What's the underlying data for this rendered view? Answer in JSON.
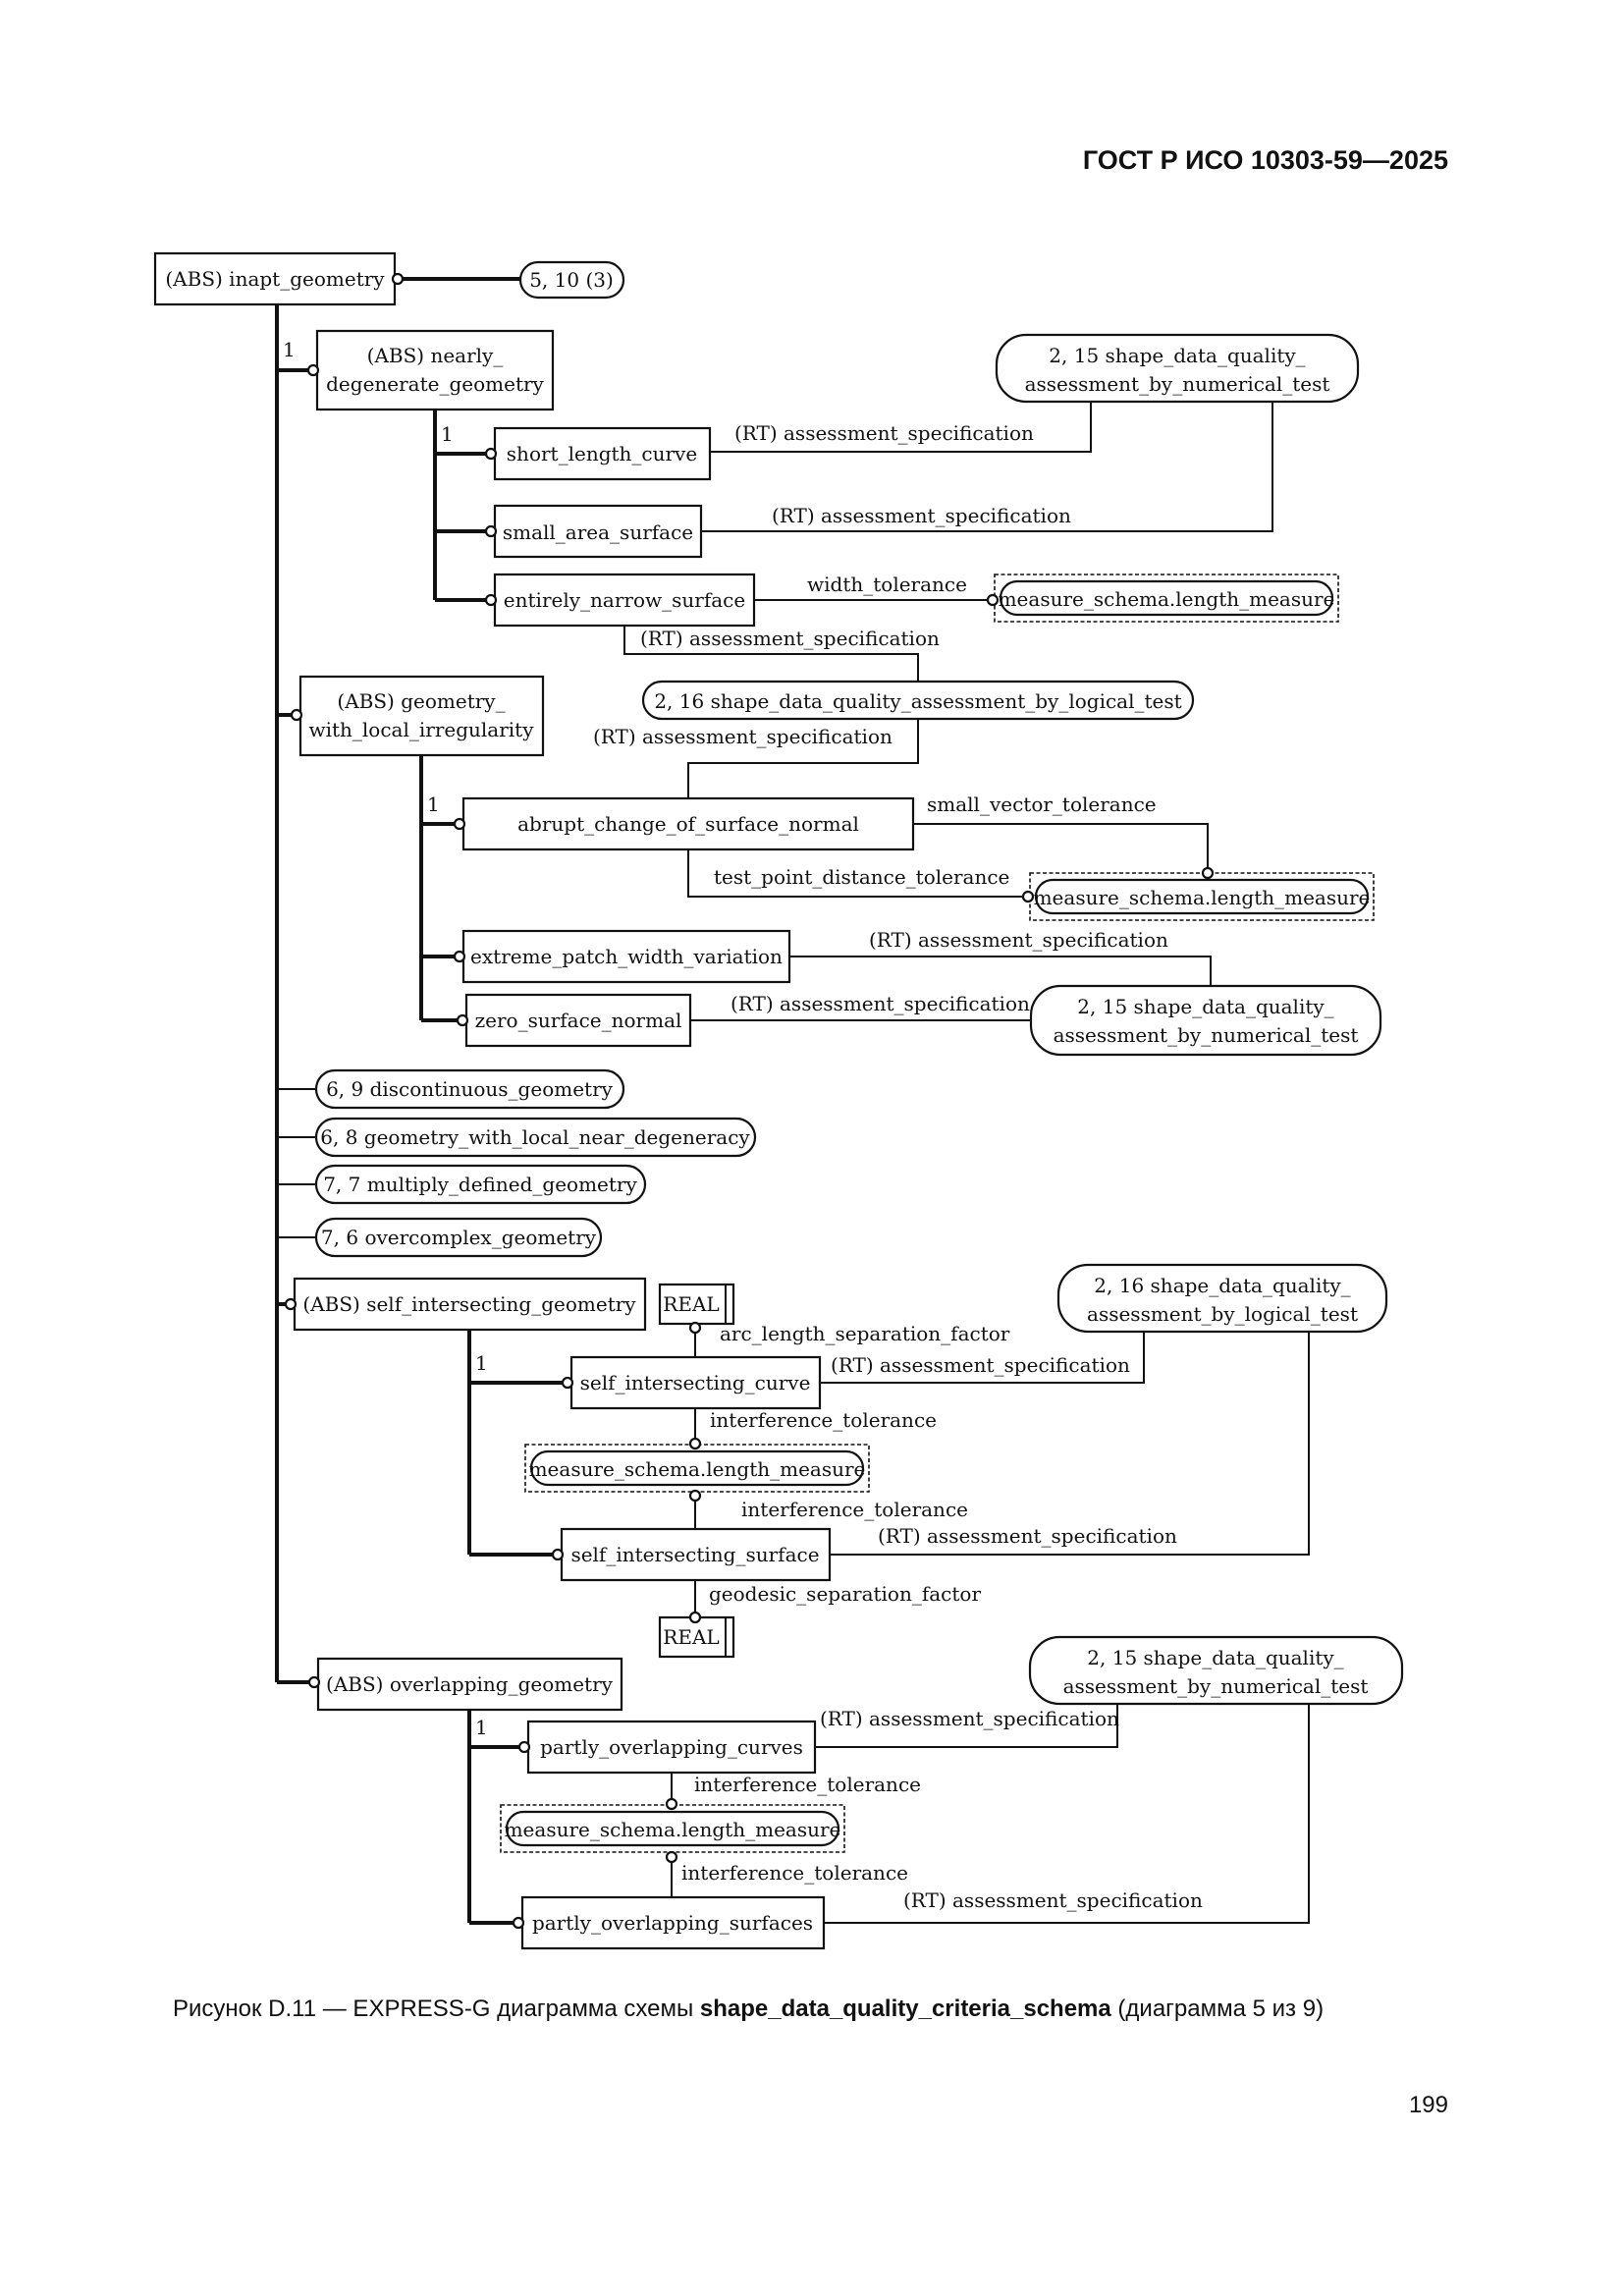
{
  "header": {
    "doc_id": "ГОСТ Р ИСО 10303-59—2025"
  },
  "caption": {
    "prefix": "Рисунок D.11 — EXPRESS-G диаграмма схемы ",
    "schema": "shape_data_quality_criteria_schema",
    "suffix": "  (диаграмма 5 из 9)"
  },
  "page_number": "199",
  "diagram": {
    "branch_one": "1",
    "entities": {
      "inapt_geometry": "(ABS) inapt_geometry",
      "nearly_1": "(ABS) nearly_",
      "nearly_2": "degenerate_geometry",
      "short_length_curve": "short_length_curve",
      "small_area_surface": "small_area_surface",
      "entirely_narrow_surface": "entirely_narrow_surface",
      "geom_local_1": "(ABS) geometry_",
      "geom_local_2": "with_local_irregularity",
      "abrupt_change": "abrupt_change_of_surface_normal",
      "extreme_patch": "extreme_patch_width_variation",
      "zero_surface_normal": "zero_surface_normal",
      "self_intersecting_geometry": "(ABS) self_intersecting_geometry",
      "self_intersecting_curve": "self_intersecting_curve",
      "self_intersecting_surface": "self_intersecting_surface",
      "overlapping_geometry": "(ABS) overlapping_geometry",
      "partly_overlapping_curves": "partly_overlapping_curves",
      "partly_overlapping_surfaces": "partly_overlapping_surfaces",
      "real": "REAL"
    },
    "refs": {
      "r_5_10": "5, 10 (3)",
      "numerical_top_1": "2, 15 shape_data_quality_",
      "numerical_top_2": "assessment_by_numerical_test",
      "logical_wide": "2, 16 shape_data_quality_assessment_by_logical_test",
      "numerical_mid_1": "2, 15 shape_data_quality_",
      "numerical_mid_2": "assessment_by_numerical_test",
      "discontinuous": "6, 9 discontinuous_geometry",
      "near_degeneracy": "6, 8 geometry_with_local_near_degeneracy",
      "multiply_defined": "7, 7 multiply_defined_geometry",
      "overcomplex": "7, 6 overcomplex_geometry",
      "logical_si_1": "2, 16 shape_data_quality_",
      "logical_si_2": "assessment_by_logical_test",
      "numerical_ov_1": "2, 15 shape_data_quality_",
      "numerical_ov_2": "assessment_by_numerical_test",
      "length_measure": "measure_schema.length_measure"
    },
    "attrs": {
      "assessment_spec": "(RT) assessment_specification",
      "width_tolerance": "width_tolerance",
      "small_vector_tolerance": "small_vector_tolerance",
      "test_point_distance_tolerance": "test_point_distance_tolerance",
      "arc_length_separation_factor": "arc_length_separation_factor",
      "interference_tolerance": "interference_tolerance",
      "geodesic_separation_factor": "geodesic_separation_factor"
    }
  }
}
